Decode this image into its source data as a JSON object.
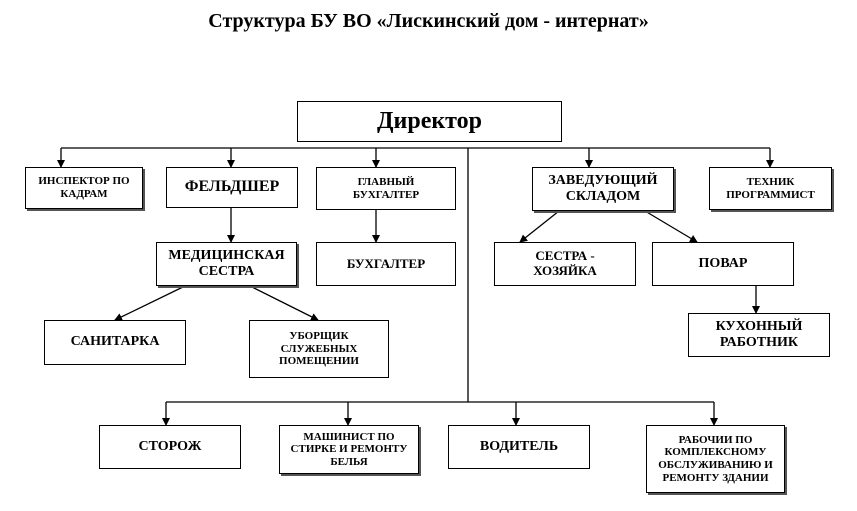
{
  "title": "Структура БУ ВО «Лискинский дом - интернат»",
  "nodes": {
    "director": "Директор",
    "inspector": "ИНСПЕКТОР  ПО\nКАДРАМ",
    "feldsher": "ФЕЛЬДШЕР",
    "chief_accountant": "ГЛАВНЫЙ\nБУХГАЛТЕР",
    "warehouse_head": "ЗАВЕДУЮЩИЙ\nСКЛАДОМ",
    "programmer": "ТЕХНИК\nПРОГРАММИСТ",
    "nurse": "МЕДИЦИНСКАЯ\nСЕСТРА",
    "accountant": "БУХГАЛТЕР",
    "housekeeper": "СЕСТРА -\nХОЗЯЙКА",
    "cook": "ПОВАР",
    "orderly": "САНИТАРКА",
    "cleaner": "УБОРЩИК\nСЛУЖЕБНЫХ\nПОМЕЩЕНИИ",
    "kitchen_worker": "КУХОННЫЙ\nРАБОТНИК",
    "watchman": "СТОРОЖ",
    "laundry_operator": "МАШИНИСТ ПО\nСТИРКЕ И РЕМОНТУ\nБЕЛЬЯ",
    "driver": "ВОДИТЕЛЬ",
    "maintenance_workers": "РАБОЧИИ ПО\nКОМПЛЕКСНОМУ\nОБСЛУЖИВАНИЮ И\nРЕМОНТУ ЗДАНИИ"
  }
}
